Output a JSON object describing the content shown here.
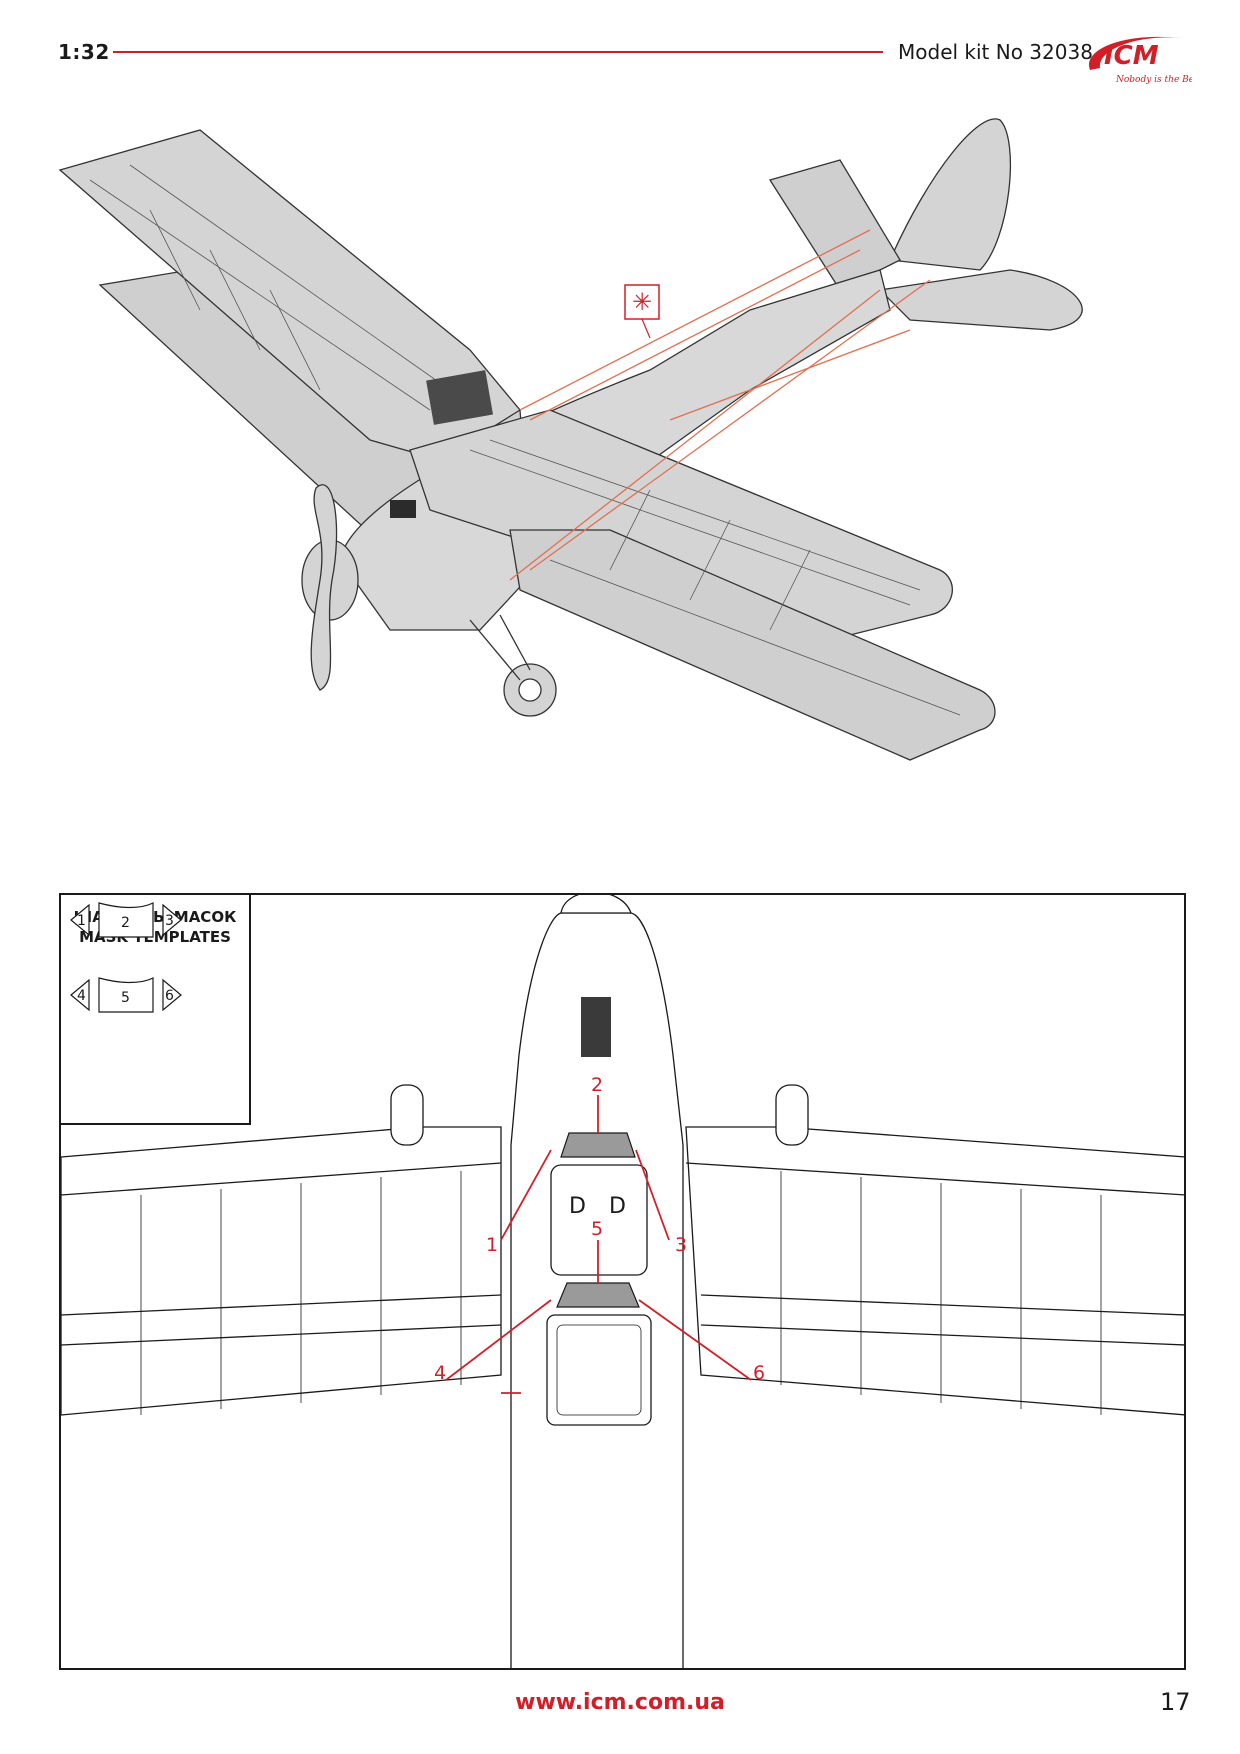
{
  "header": {
    "scale": "1:32",
    "kit_label": "Model kit No 32038",
    "brand": "ICM",
    "tagline": "Nobody is the Best",
    "accent_color": "#d21f27"
  },
  "top_figure": {
    "callout_symbol": "✳"
  },
  "mask_templates": {
    "title_ru": "ШАБЛОНЫ МАСОК",
    "title_en": "MASK TEMPLATES",
    "row1": [
      "1",
      "2",
      "3"
    ],
    "row2": [
      "4",
      "5",
      "6"
    ]
  },
  "callouts": [
    "1",
    "2",
    "3",
    "4",
    "5",
    "6"
  ],
  "footer": {
    "url": "www.icm.com.ua",
    "page_number": "17"
  }
}
